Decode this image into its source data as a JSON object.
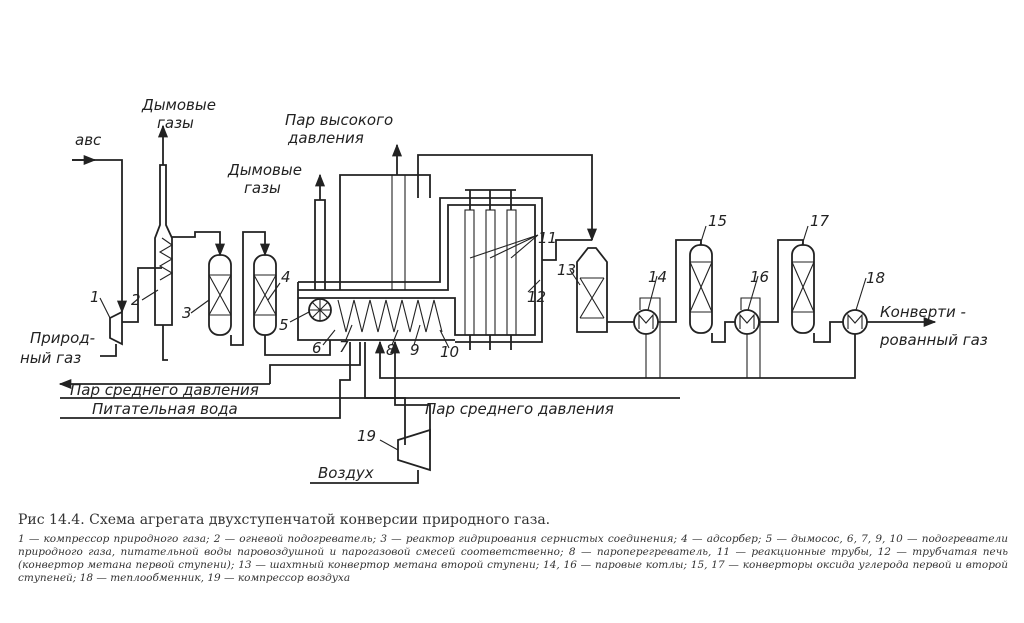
{
  "labels": {
    "abc": "авс",
    "flue_gas_1_line1": "Дымовые",
    "flue_gas_1_line2": "газы",
    "hp_steam_line1": "Пар высокого",
    "hp_steam_line2": "давления",
    "flue_gas_2_line1": "Дымовые",
    "flue_gas_2_line2": "газы",
    "natural_gas_line1": "Природ-",
    "natural_gas_line2": "ный газ",
    "mp_steam_1": "Пар среднего давления",
    "feed_water": "Питательная вода",
    "mp_steam_2": "Пар среднего давления",
    "air": "Воздух",
    "converted_gas_line1": "Конверти -",
    "converted_gas_line2": "рованный газ"
  },
  "numbers": {
    "n1": "1",
    "n2": "2",
    "n3": "3",
    "n4": "4",
    "n5": "5",
    "n6": "6",
    "n7": "7",
    "n8": "8",
    "n9": "9",
    "n10": "10",
    "n11": "11",
    "n12": "12",
    "n13": "13",
    "n14": "14",
    "n15": "15",
    "n16": "16",
    "n17": "17",
    "n18": "18",
    "n19": "19"
  },
  "caption": {
    "title": "Рис 14.4. Схема агрегата двухступенчатой конверсии природного газа.",
    "legend": "1 — компрессор природного газа; 2 — огневой подогреватель; 3 — реактор гидрирования сернистых соединения; 4 — адсорбер; 5 — дымосос, 6, 7, 9, 10 — подогреватели природного газа, питательной воды паровоздушной и парогазовой смесей соответственно; 8 — пароперегреватель, 11 — реакционные трубы, 12 — трубчатая печь (конвертор метана первой ступени); 13 — шахтный конвертор метана второй ступени; 14, 16 — паровые котлы; 15, 17 — конверторы оксида углерода первой и второй ступеней; 18 — теплообменник, 19 — компрессор воздуха"
  }
}
